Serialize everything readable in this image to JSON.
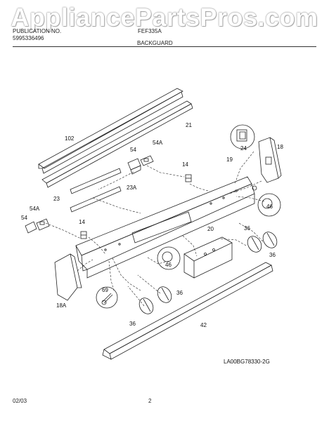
{
  "watermark": "AppliancePartsPros.com",
  "header": {
    "publication_line": "PUBLICATION NO.",
    "publication_number": "5995336496",
    "model_code": "FEF335A",
    "section_title": "BACKGUARD"
  },
  "parts": [
    {
      "ref": "102"
    },
    {
      "ref": "21"
    },
    {
      "ref": "24"
    },
    {
      "ref": "18"
    },
    {
      "ref": "54A"
    },
    {
      "ref": "54"
    },
    {
      "ref": "14"
    },
    {
      "ref": "19"
    },
    {
      "ref": "23"
    },
    {
      "ref": "23A"
    },
    {
      "ref": "46"
    },
    {
      "ref": "54A"
    },
    {
      "ref": "54"
    },
    {
      "ref": "14"
    },
    {
      "ref": "20"
    },
    {
      "ref": "36"
    },
    {
      "ref": "36"
    },
    {
      "ref": "46"
    },
    {
      "ref": "36"
    },
    {
      "ref": "69"
    },
    {
      "ref": "18A"
    },
    {
      "ref": "36"
    },
    {
      "ref": "42"
    }
  ],
  "diagram_code": "LA00BG78330-2G",
  "footer": {
    "date": "02/03",
    "page": "2"
  }
}
